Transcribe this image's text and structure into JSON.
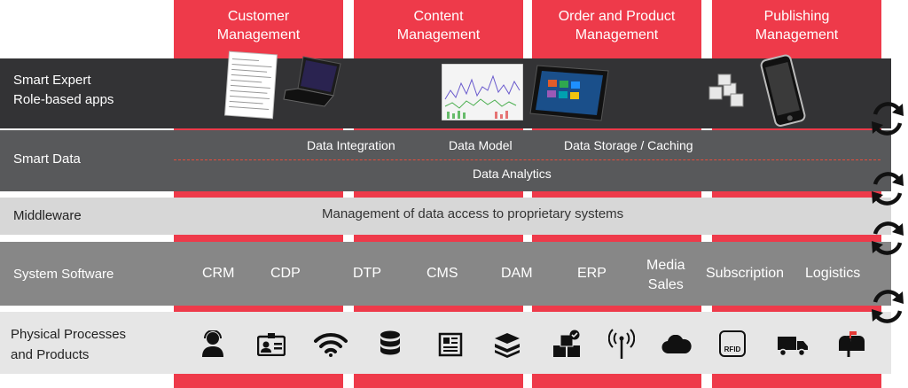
{
  "columns": [
    {
      "title_line1": "Customer",
      "title_line2": "Management"
    },
    {
      "title_line1": "Content",
      "title_line2": "Management"
    },
    {
      "title_line1": "Order and Product",
      "title_line2": "Management"
    },
    {
      "title_line1": "Publishing",
      "title_line2": "Management"
    }
  ],
  "layers": {
    "smart_expert": {
      "line1": "Smart Expert",
      "line2": "Role-based apps"
    },
    "smart_data": {
      "label": "Smart Data",
      "items": [
        "Data Integration",
        "Data Model",
        "Data Storage / Caching"
      ],
      "bottom": "Data Analytics"
    },
    "middleware": {
      "label": "Middleware",
      "text": "Management of data access to proprietary systems"
    },
    "system_software": {
      "label": "System Software",
      "items": [
        "CRM",
        "CDP",
        "DTP",
        "CMS",
        "DAM",
        "ERP",
        "Subscription",
        "Logistics"
      ],
      "media_sales_line1": "Media",
      "media_sales_line2": "Sales"
    },
    "physical": {
      "line1": "Physical Processes",
      "line2": "and Products",
      "rfid_label": "RFID"
    }
  },
  "colors": {
    "accent": "#ee3a4a",
    "dark": "#333335",
    "mid": "#58595b",
    "light": "#d7d7d7"
  }
}
